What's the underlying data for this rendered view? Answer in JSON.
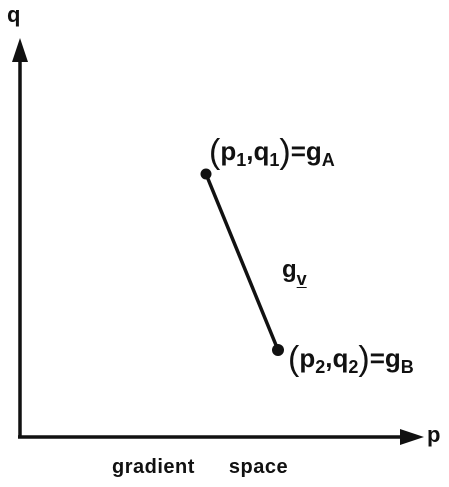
{
  "axes": {
    "x_label": "p",
    "y_label": "q"
  },
  "points": {
    "a": {
      "p": "p",
      "p_sub": "1",
      "q": "q",
      "q_sub": "1",
      "g": "g",
      "g_sub": "A"
    },
    "b": {
      "p": "p",
      "p_sub": "2",
      "q": "q",
      "q_sub": "2",
      "g": "g",
      "g_sub": "B"
    }
  },
  "segment_label": {
    "main": "g",
    "sub": "v"
  },
  "caption": {
    "word1": "gradient",
    "word2": "space"
  },
  "colors": {
    "ink": "#111111",
    "background": "#ffffff"
  }
}
